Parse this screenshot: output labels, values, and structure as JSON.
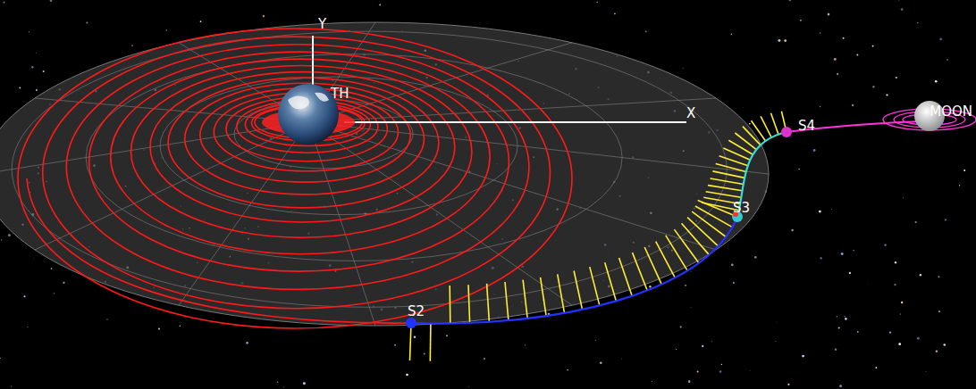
{
  "diagram": {
    "labels": [
      "Y",
      "TH",
      "X",
      "S4",
      "S3",
      "S2",
      "MOON"
    ]
  }
}
